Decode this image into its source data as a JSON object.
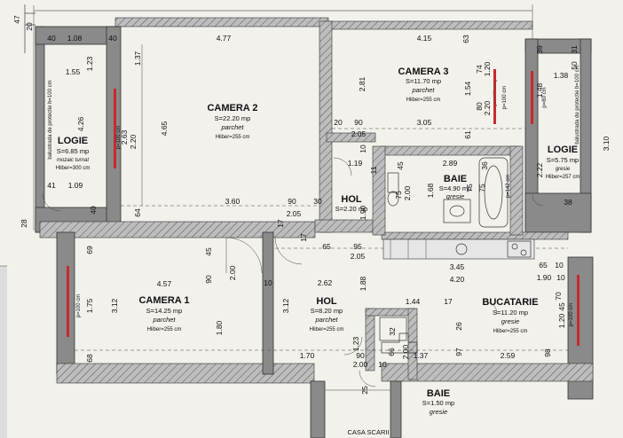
{
  "rooms": {
    "camera2": {
      "name": "CAMERA 2",
      "area": "S=22.20 mp",
      "floor": "parchet",
      "height": "Hliber=255 cm"
    },
    "camera3": {
      "name": "CAMERA 3",
      "area": "S=11.70 mp",
      "floor": "parchet",
      "height": "Hliber=255 cm"
    },
    "logie_left": {
      "name": "LOGIE",
      "area": "S=6.85 mp",
      "floor": "mozaic turnat",
      "height": "Hliber=300 cm"
    },
    "logie_right": {
      "name": "LOGIE",
      "area": "S=5.75 mp",
      "floor": "gresie",
      "height": "Hliber=257 cm"
    },
    "baie_top": {
      "name": "BAIE",
      "area": "S=4.90 mp",
      "floor": "gresie"
    },
    "hol_small": {
      "name": "HOL",
      "area": "S=2.20 mp"
    },
    "camera1": {
      "name": "CAMERA 1",
      "area": "S=14.25 mp",
      "floor": "parchet",
      "height": "Hliber=255 cm"
    },
    "hol_main": {
      "name": "HOL",
      "area": "S=8.20 mp",
      "floor": "parchet",
      "height": "Hliber=255 cm"
    },
    "bucatarie": {
      "name": "BUCATARIE",
      "area": "S=11.20 mp",
      "floor": "gresie",
      "height": "Hliber=255 cm"
    },
    "baie_bottom": {
      "name": "BAIE",
      "area": "S=1.50 mp",
      "floor": "gresie"
    },
    "casa_scarii": {
      "name": "CASA SCARII"
    }
  },
  "notes": {
    "balcony_left": "balustrada de protectie h=100 cm",
    "balcony_right": "balustrada de protectie h=100 cm",
    "p100_a": "p=100 cm",
    "p100_b": "p=100 cm",
    "p100_c": "p=100 cm",
    "p100_d": "p=100 cm",
    "p80": "p=80 cm",
    "p142": "p=142 cm"
  },
  "dims": {
    "top_47": "47",
    "top_20": "20",
    "l_40a": "40",
    "l_108": "1.08",
    "l_40b": "40",
    "l_123": "1.23",
    "l_155": "1.55",
    "l_426": "4.26",
    "l_41": "41",
    "l_109": "1.09",
    "l_40c": "40",
    "l_28": "28",
    "c2_477": "4.77",
    "c2_137": "1.37",
    "c2_263": "2.63",
    "c2_220": "2.20",
    "c2_465": "4.65",
    "c2_360": "3.60",
    "c2_64": "64",
    "c2_90a": "90",
    "c2_30": "30",
    "c2_205": "2.05",
    "c3_415": "4.15",
    "c3_63": "63",
    "c3_74": "74",
    "c3_120": "1.20",
    "c3_281": "2.81",
    "c3_154": "1.54",
    "c3_305": "3.05",
    "c3_80": "80",
    "c3_220": "2.20",
    "c3_61": "61",
    "c3_90": "90",
    "c3_20": "20",
    "c3_205": "2.05",
    "c3_10": "10",
    "rl_39": "39",
    "rl_50": "50",
    "rl_31": "31",
    "rl_138": "1.38",
    "rl_148": "1.48",
    "rl_222": "2.22",
    "rl_310": "3.10",
    "rl_38": "38",
    "b_119": "1.19",
    "b_11": "11",
    "b_45": "45",
    "b_289": "2.89",
    "b_36": "36",
    "b_75a": "75",
    "b_200": "2.00",
    "b_168": "1.68",
    "b_75b": "75",
    "b_75c": "75",
    "b_190": "1.90",
    "b_65a": "65",
    "b_95": "95",
    "b_205": "2.05",
    "b_345": "3.45",
    "b_420": "4.20",
    "b_65b": "65",
    "b_10a": "10",
    "b_190b": "1.90",
    "b_17a": "17",
    "b_17b": "17",
    "c1_69": "69",
    "c1_175": "1.75",
    "c1_312": "3.12",
    "c1_457": "4.57",
    "c1_45": "45",
    "c1_90": "90",
    "c1_200": "2.00",
    "c1_180": "1.80",
    "c1_68": "68",
    "c1_10": "10",
    "h_262": "2.62",
    "h_188": "1.88",
    "h_312": "3.12",
    "h_144": "1.44",
    "h_17": "17",
    "h_26": "26",
    "h_170": "1.70",
    "h_90": "90",
    "h_200": "2.00",
    "h_10": "10",
    "h_123": "1.23",
    "h_25": "25",
    "h_32": "32",
    "h_66": "66",
    "h_200b": "2.00",
    "h_137": "1.37",
    "h_97": "97",
    "h_259": "2.59",
    "k_45": "45",
    "k_120": "1.20",
    "k_70": "70",
    "k_98": "98",
    "k_10": "10"
  }
}
